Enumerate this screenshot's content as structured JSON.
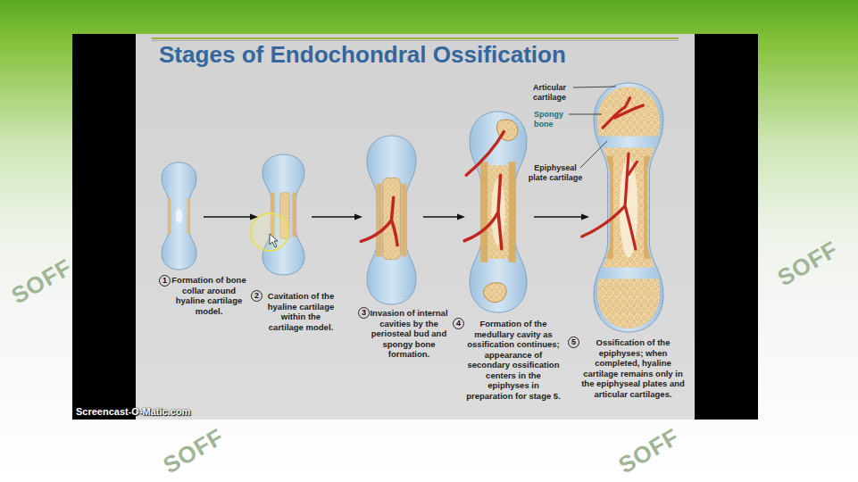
{
  "diagram": {
    "title": "Stages of Endochondral Ossification",
    "nodes": [
      {
        "text": [
          "1",
          "Formation of bone collar around hyaline cartilage model."
        ]
      },
      {
        "text": [
          "2",
          "Cavitation of the hyaline cartilage within the cartilage model."
        ]
      },
      {
        "text": [
          "3",
          "Invasion of internal cavities by the periosteal bud and spongy bone formation."
        ]
      },
      {
        "text": [
          "4",
          "Formation of the medullary cavity as ossification continues; appearance of secondary ossification centers in the epiphyses in preparation for stage 5."
        ]
      },
      {
        "text": [
          "5",
          "Ossification of the epiphyses; when completed, hyaline cartilage remains only in the epiphyseal plates and articular cartilages."
        ]
      }
    ],
    "edges": [
      {
        "from": 0,
        "to": 1,
        "arrow": "to"
      },
      {
        "from": 1,
        "to": 2,
        "arrow": "to"
      },
      {
        "from": 2,
        "to": 3,
        "arrow": "to"
      },
      {
        "from": 3,
        "to": 4,
        "arrow": "to"
      }
    ],
    "labels": [
      "Articular cartilage",
      "Spongy bone",
      "Epiphyseal plate cartilage",
      "Screencast-O-Matic.com",
      "SOFF",
      "SOFF",
      "SOFF",
      "SOFF"
    ]
  }
}
